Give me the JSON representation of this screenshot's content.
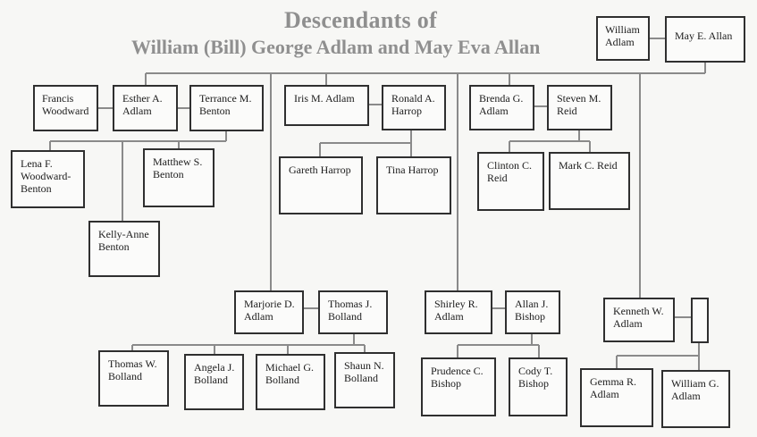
{
  "title": {
    "line1": "Descendants of",
    "line2": "William (Bill) George Adlam and May Eva Allan"
  },
  "people": {
    "william_adlam": "William\nAdlam",
    "may_allan": "May E. Allan",
    "francis_woodward": "Francis\nWoodward",
    "esther_adlam": "Esther A.\nAdlam",
    "terrance_benton": "Terrance M.\nBenton",
    "iris_adlam": "Iris M. Adlam",
    "ronald_harrop": "Ronald A.\nHarrop",
    "brenda_adlam": "Brenda G.\nAdlam",
    "steven_reid": "Steven M.\nReid",
    "lena_woodward_benton": "Lena F.\nWoodward-\nBenton",
    "matthew_benton": "Matthew S.\nBenton",
    "kelly_anne_benton": "Kelly-Anne\nBenton",
    "gareth_harrop": "Gareth Harrop",
    "tina_harrop": "Tina Harrop",
    "clinton_reid": "Clinton C.\nReid",
    "mark_reid": "Mark C. Reid",
    "marjorie_adlam": "Marjorie D.\nAdlam",
    "thomas_j_bolland": "Thomas J.\nBolland",
    "shirley_adlam": "Shirley R.\nAdlam",
    "allan_bishop": "Allan J.\nBishop",
    "kenneth_adlam": "Kenneth W.\nAdlam",
    "unnamed_spouse": "",
    "thomas_w_bolland": "Thomas W.\nBolland",
    "angela_bolland": "Angela J.\nBolland",
    "michael_bolland": "Michael G.\nBolland",
    "shaun_bolland": "Shaun N.\nBolland",
    "prudence_bishop": "Prudence C.\nBishop",
    "cody_bishop": "Cody T.\nBishop",
    "gemma_adlam": "Gemma R.\nAdlam",
    "william_g_adlam": "William G.\nAdlam"
  }
}
